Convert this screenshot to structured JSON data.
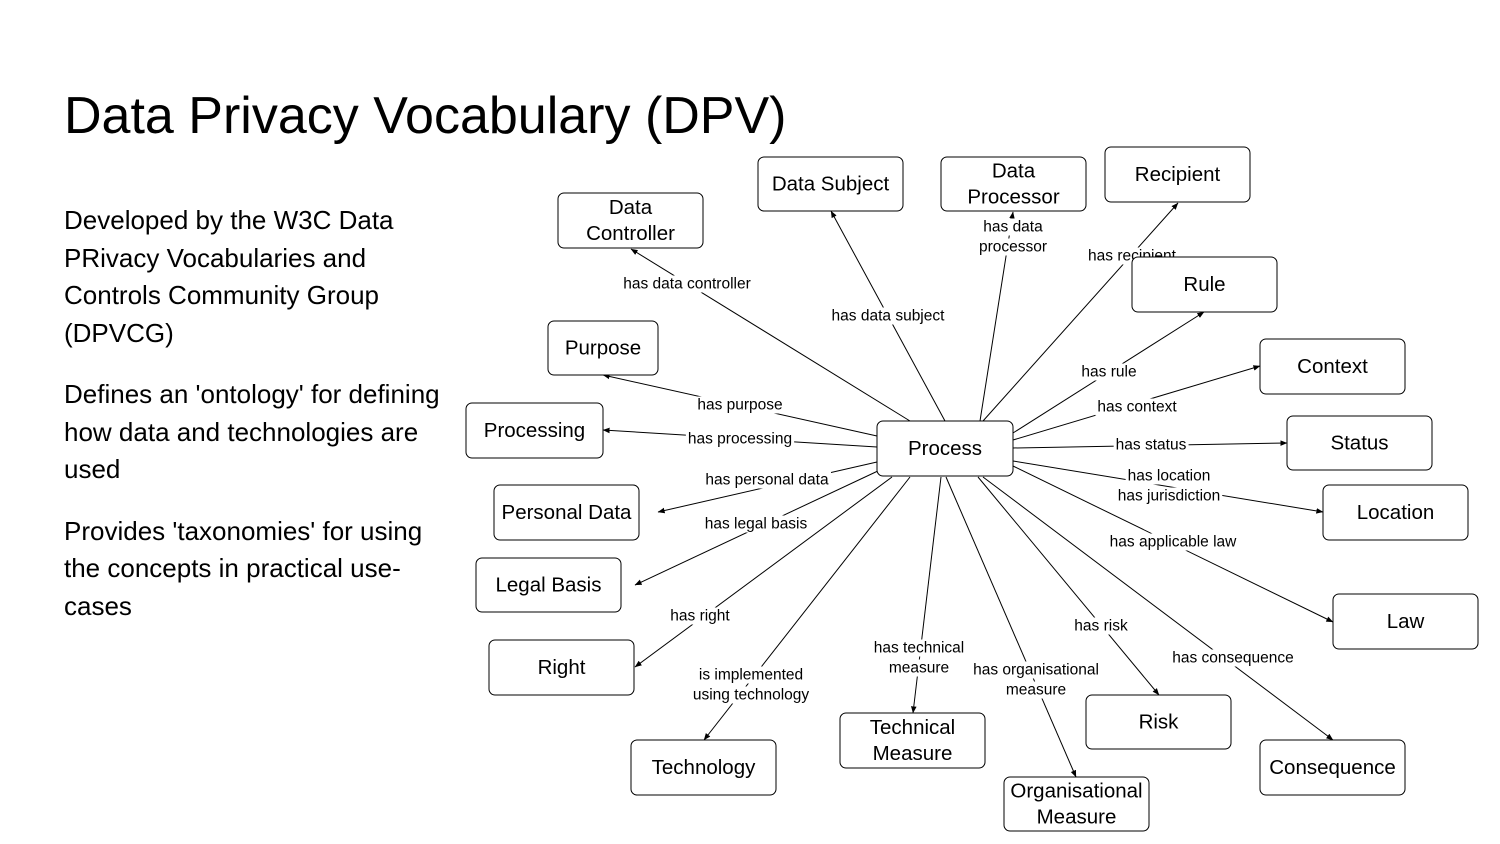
{
  "title": "Data Privacy Vocabulary (DPV)",
  "paragraphs": [
    "Developed by the W3C Data PRivacy Vocabularies and Controls Community Group (DPVCG)",
    "Defines an 'ontology' for defining how data and technologies are used",
    "Provides 'taxonomies' for using the concepts in practical use-cases"
  ],
  "diagram": {
    "center": "Process",
    "nodes": [
      {
        "id": "data-controller",
        "lines": [
          "Data",
          "Controller"
        ]
      },
      {
        "id": "data-subject",
        "lines": [
          "Data Subject"
        ]
      },
      {
        "id": "data-processor",
        "lines": [
          "Data",
          "Processor"
        ]
      },
      {
        "id": "recipient",
        "lines": [
          "Recipient"
        ]
      },
      {
        "id": "rule",
        "lines": [
          "Rule"
        ]
      },
      {
        "id": "context",
        "lines": [
          "Context"
        ]
      },
      {
        "id": "status",
        "lines": [
          "Status"
        ]
      },
      {
        "id": "location",
        "lines": [
          "Location"
        ]
      },
      {
        "id": "law",
        "lines": [
          "Law"
        ]
      },
      {
        "id": "consequence",
        "lines": [
          "Consequence"
        ]
      },
      {
        "id": "risk",
        "lines": [
          "Risk"
        ]
      },
      {
        "id": "organisational-measure",
        "lines": [
          "Organisational",
          "Measure"
        ]
      },
      {
        "id": "technical-measure",
        "lines": [
          "Technical",
          "Measure"
        ]
      },
      {
        "id": "technology",
        "lines": [
          "Technology"
        ]
      },
      {
        "id": "right",
        "lines": [
          "Right"
        ]
      },
      {
        "id": "legal-basis",
        "lines": [
          "Legal Basis"
        ]
      },
      {
        "id": "personal-data",
        "lines": [
          "Personal Data"
        ]
      },
      {
        "id": "processing",
        "lines": [
          "Processing"
        ]
      },
      {
        "id": "purpose",
        "lines": [
          "Purpose"
        ]
      }
    ],
    "edges": [
      {
        "target": "data-controller",
        "label": [
          "has data controller"
        ]
      },
      {
        "target": "data-subject",
        "label": [
          "has data subject"
        ]
      },
      {
        "target": "data-processor",
        "label": [
          "has data",
          "processor"
        ]
      },
      {
        "target": "recipient",
        "label": [
          "has recipient"
        ]
      },
      {
        "target": "rule",
        "label": [
          "has rule"
        ]
      },
      {
        "target": "context",
        "label": [
          "has context"
        ]
      },
      {
        "target": "status",
        "label": [
          "has status"
        ]
      },
      {
        "target": "location",
        "label": [
          "has location",
          "has jurisdiction"
        ]
      },
      {
        "target": "law",
        "label": [
          "has applicable law"
        ]
      },
      {
        "target": "consequence",
        "label": [
          "has consequence"
        ]
      },
      {
        "target": "risk",
        "label": [
          "has risk"
        ]
      },
      {
        "target": "organisational-measure",
        "label": [
          "has organisational",
          "measure"
        ]
      },
      {
        "target": "technical-measure",
        "label": [
          "has technical",
          "measure"
        ]
      },
      {
        "target": "technology",
        "label": [
          "is implemented",
          "using technology"
        ]
      },
      {
        "target": "right",
        "label": [
          "has right"
        ]
      },
      {
        "target": "legal-basis",
        "label": [
          "has legal basis"
        ]
      },
      {
        "target": "personal-data",
        "label": [
          "has personal data"
        ]
      },
      {
        "target": "processing",
        "label": [
          "has processing"
        ]
      },
      {
        "target": "purpose",
        "label": [
          "has purpose"
        ]
      }
    ]
  }
}
